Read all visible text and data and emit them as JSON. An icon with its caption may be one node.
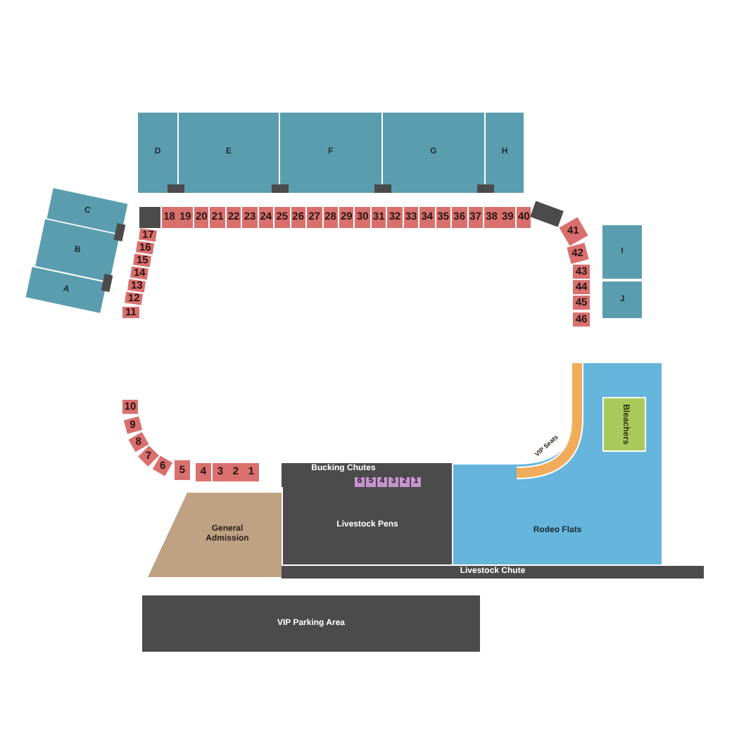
{
  "diagram": {
    "nodes": [
      {
        "text": [
          "D"
        ]
      },
      {
        "text": [
          "E"
        ]
      },
      {
        "text": [
          "F"
        ]
      },
      {
        "text": [
          "G"
        ]
      },
      {
        "text": [
          "H"
        ]
      },
      {
        "text": [],
        "shape": "box"
      },
      {
        "text": [],
        "shape": "box"
      },
      {
        "text": [],
        "shape": "box"
      },
      {
        "text": [],
        "shape": "box"
      },
      {
        "text": [
          "C"
        ]
      },
      {
        "text": [
          "B"
        ]
      },
      {
        "text": [
          "A"
        ]
      },
      {
        "text": [],
        "shape": "box"
      },
      {
        "text": [],
        "shape": "box"
      },
      {
        "text": [],
        "shape": "box"
      },
      {
        "text": [
          "18"
        ]
      },
      {
        "text": [
          "19"
        ]
      },
      {
        "text": [
          "20"
        ]
      },
      {
        "text": [
          "21"
        ]
      },
      {
        "text": [
          "22"
        ]
      },
      {
        "text": [
          "23"
        ]
      },
      {
        "text": [
          "24"
        ]
      },
      {
        "text": [
          "25"
        ]
      },
      {
        "text": [
          "26"
        ]
      },
      {
        "text": [
          "27"
        ]
      },
      {
        "text": [
          "28"
        ]
      },
      {
        "text": [
          "29"
        ]
      },
      {
        "text": [
          "30"
        ]
      },
      {
        "text": [
          "31"
        ]
      },
      {
        "text": [
          "32"
        ]
      },
      {
        "text": [
          "33"
        ]
      },
      {
        "text": [
          "34"
        ]
      },
      {
        "text": [
          "35"
        ]
      },
      {
        "text": [
          "36"
        ]
      },
      {
        "text": [
          "37"
        ]
      },
      {
        "text": [
          "38"
        ]
      },
      {
        "text": [
          "39"
        ]
      },
      {
        "text": [
          "40"
        ]
      },
      {
        "text": [],
        "shape": "box"
      },
      {
        "text": [
          "17"
        ]
      },
      {
        "text": [
          "16"
        ]
      },
      {
        "text": [
          "15"
        ]
      },
      {
        "text": [
          "14"
        ]
      },
      {
        "text": [
          "13"
        ]
      },
      {
        "text": [
          "12"
        ]
      },
      {
        "text": [
          "11"
        ]
      },
      {
        "text": [
          "41"
        ]
      },
      {
        "text": [
          "42"
        ]
      },
      {
        "text": [
          "43"
        ]
      },
      {
        "text": [
          "44"
        ]
      },
      {
        "text": [
          "45"
        ]
      },
      {
        "text": [
          "46"
        ]
      },
      {
        "text": [
          "I"
        ]
      },
      {
        "text": [
          "J"
        ]
      },
      {
        "text": [
          "10"
        ]
      },
      {
        "text": [
          "9"
        ]
      },
      {
        "text": [
          "8"
        ]
      },
      {
        "text": [
          "7"
        ]
      },
      {
        "text": [
          "6"
        ]
      },
      {
        "text": [
          "5"
        ]
      },
      {
        "text": [
          "4"
        ]
      },
      {
        "text": [
          "3"
        ]
      },
      {
        "text": [
          "2"
        ]
      },
      {
        "text": [
          "1"
        ]
      },
      {
        "text": [
          "Bucking Chutes"
        ]
      },
      {
        "text": [],
        "shape": "box"
      },
      {
        "text": [],
        "shape": "box"
      },
      {
        "text": [
          "6"
        ],
        "in": 66
      },
      {
        "text": [
          "5"
        ],
        "in": 66
      },
      {
        "text": [
          "4"
        ],
        "in": 66
      },
      {
        "text": [
          "3"
        ],
        "in": 66
      },
      {
        "text": [
          "2"
        ],
        "in": 66
      },
      {
        "text": [
          "1"
        ],
        "in": 66
      },
      {
        "text": [
          "General Admission"
        ]
      },
      {
        "text": [
          "Livestock Pens"
        ]
      },
      {
        "text": [
          "Rodeo Flats"
        ]
      },
      {
        "text": [
          "VIP Seats"
        ]
      },
      {
        "text": [
          "Bleachers"
        ],
        "in": 75
      },
      {
        "text": [
          "Livestock Chute"
        ]
      },
      {
        "text": [
          "VIP Parking Area"
        ]
      }
    ]
  }
}
